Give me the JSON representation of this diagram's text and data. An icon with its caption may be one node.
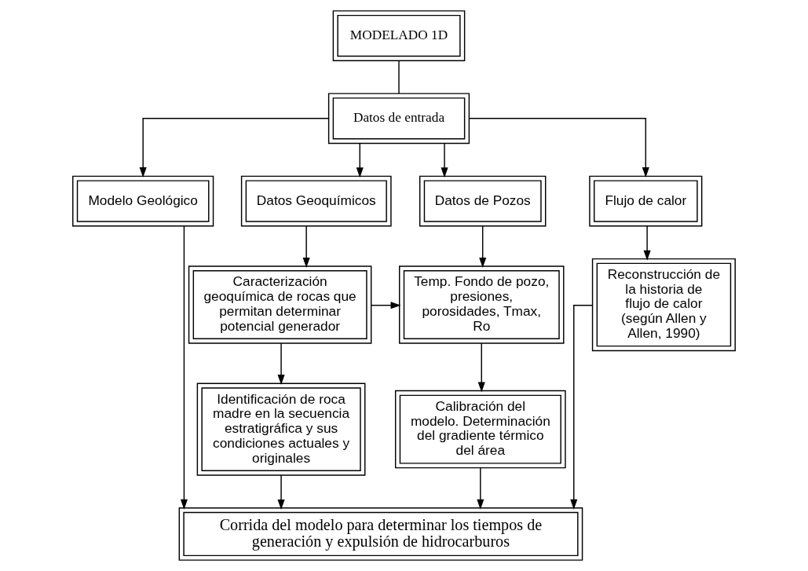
{
  "diagram": {
    "nodes": [
      {
        "text": [
          "MODELADO 1D"
        ]
      },
      {
        "text": [
          "Datos de entrada"
        ]
      },
      {
        "text": [
          "Modelo Geológico"
        ]
      },
      {
        "text": [
          "Datos Geoquímicos"
        ]
      },
      {
        "text": [
          "Datos de Pozos"
        ]
      },
      {
        "text": [
          "Flujo de calor"
        ]
      },
      {
        "text": [
          "Caracterización geoquímica de rocas que permitan determinar potencial generador"
        ]
      },
      {
        "text": [
          "Temp. Fondo de pozo, presiones, porosidades, Tmax, Ro"
        ]
      },
      {
        "text": [
          "Reconstrucción de la historia de flujo de calor (según Allen y Allen, 1990)"
        ]
      },
      {
        "text": [
          "Identificación de roca madre en la secuencia estratigráfica y sus condiciones actuales y originales"
        ]
      },
      {
        "text": [
          "Calibración del modelo. Determinación del gradiente térmico del área"
        ]
      },
      {
        "text": [
          "Corrida del modelo para determinar los tiempos de generación y expulsión de hidrocarburos"
        ]
      }
    ],
    "edges": [
      {
        "from": 0,
        "to": 1,
        "arrow": "none"
      },
      {
        "from": 1,
        "to": 2,
        "arrow": "to"
      },
      {
        "from": 1,
        "to": 3,
        "arrow": "to"
      },
      {
        "from": 1,
        "to": 4,
        "arrow": "to"
      },
      {
        "from": 1,
        "to": 5,
        "arrow": "to"
      },
      {
        "from": 3,
        "to": 6,
        "arrow": "to"
      },
      {
        "from": 4,
        "to": 7,
        "arrow": "to"
      },
      {
        "from": 5,
        "to": 8,
        "arrow": "to"
      },
      {
        "from": 6,
        "to": 7,
        "arrow": "to"
      },
      {
        "from": 6,
        "to": 9,
        "arrow": "to"
      },
      {
        "from": 7,
        "to": 10,
        "arrow": "to"
      },
      {
        "from": 2,
        "to": 11,
        "arrow": "to"
      },
      {
        "from": 9,
        "to": 11,
        "arrow": "to"
      },
      {
        "from": 10,
        "to": 11,
        "arrow": "to"
      },
      {
        "from": 8,
        "to": 11,
        "arrow": "to"
      }
    ]
  }
}
